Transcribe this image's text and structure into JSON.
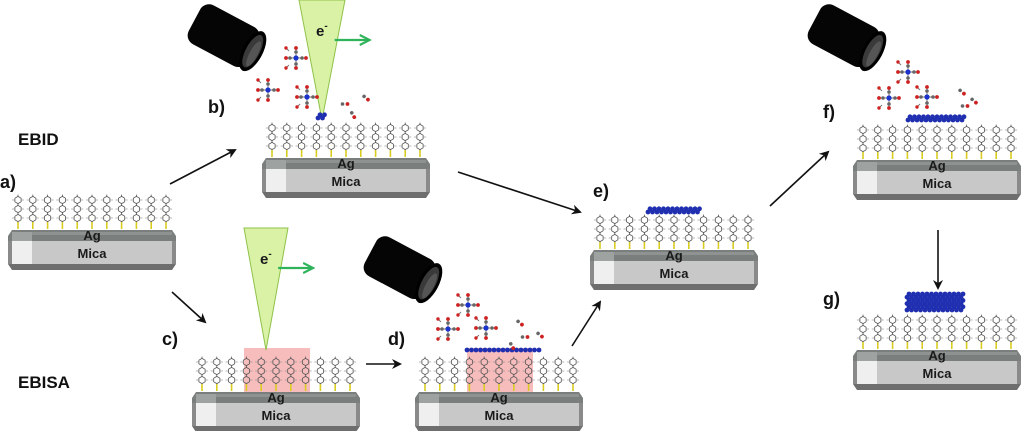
{
  "title": "EBID vs EBISA deposition scheme on Ag/Mica SAM substrates",
  "process_labels": {
    "ebid": "EBID",
    "ebisa": "EBISA"
  },
  "panels": [
    {
      "id": "a",
      "label": "a)",
      "layer_top": "Ag",
      "layer_bottom": "Mica",
      "features": [
        "sam"
      ]
    },
    {
      "id": "b",
      "label": "b)",
      "layer_top": "Ag",
      "layer_bottom": "Mica",
      "features": [
        "sam",
        "electron-beam",
        "gas-injector",
        "precursor-molecules",
        "small-deposit"
      ]
    },
    {
      "id": "c",
      "label": "c)",
      "layer_top": "Ag",
      "layer_bottom": "Mica",
      "features": [
        "sam",
        "electron-beam",
        "irradiated-region"
      ]
    },
    {
      "id": "d",
      "label": "d)",
      "layer_top": "Ag",
      "layer_bottom": "Mica",
      "features": [
        "sam",
        "gas-injector",
        "precursor-molecules",
        "irradiated-region",
        "deposit-layer"
      ]
    },
    {
      "id": "e",
      "label": "e)",
      "layer_top": "Ag",
      "layer_bottom": "Mica",
      "features": [
        "sam",
        "deposit-layer"
      ]
    },
    {
      "id": "f",
      "label": "f)",
      "layer_top": "Ag",
      "layer_bottom": "Mica",
      "features": [
        "sam",
        "gas-injector",
        "precursor-molecules",
        "deposit-layer"
      ]
    },
    {
      "id": "g",
      "label": "g)",
      "layer_top": "Ag",
      "layer_bottom": "Mica",
      "features": [
        "sam",
        "thick-deposit"
      ]
    }
  ],
  "beam_label": "e",
  "beam_label_superscript": "-",
  "colors": {
    "beam_fill": "#d9f2a6",
    "beam_stroke": "#8fc24a",
    "scan_arrow": "#2eb35a",
    "deposit": "#1f2fb0",
    "irradiated": "#f4a6a6",
    "nitrogen_atom": "#1a33cc",
    "oxygen_atom": "#cc2222",
    "carbon_atom": "#666666",
    "sulfur_anchor": "#d8cc20",
    "ag_layer": "#7a7f7e",
    "mica_layer": "#c8c8c8",
    "injector": "#050505"
  },
  "flow": [
    {
      "from": "a",
      "to": "b"
    },
    {
      "from": "a",
      "to": "c"
    },
    {
      "from": "c",
      "to": "d"
    },
    {
      "from": "b",
      "to": "e"
    },
    {
      "from": "d",
      "to": "e"
    },
    {
      "from": "e",
      "to": "f"
    },
    {
      "from": "f",
      "to": "g"
    }
  ]
}
